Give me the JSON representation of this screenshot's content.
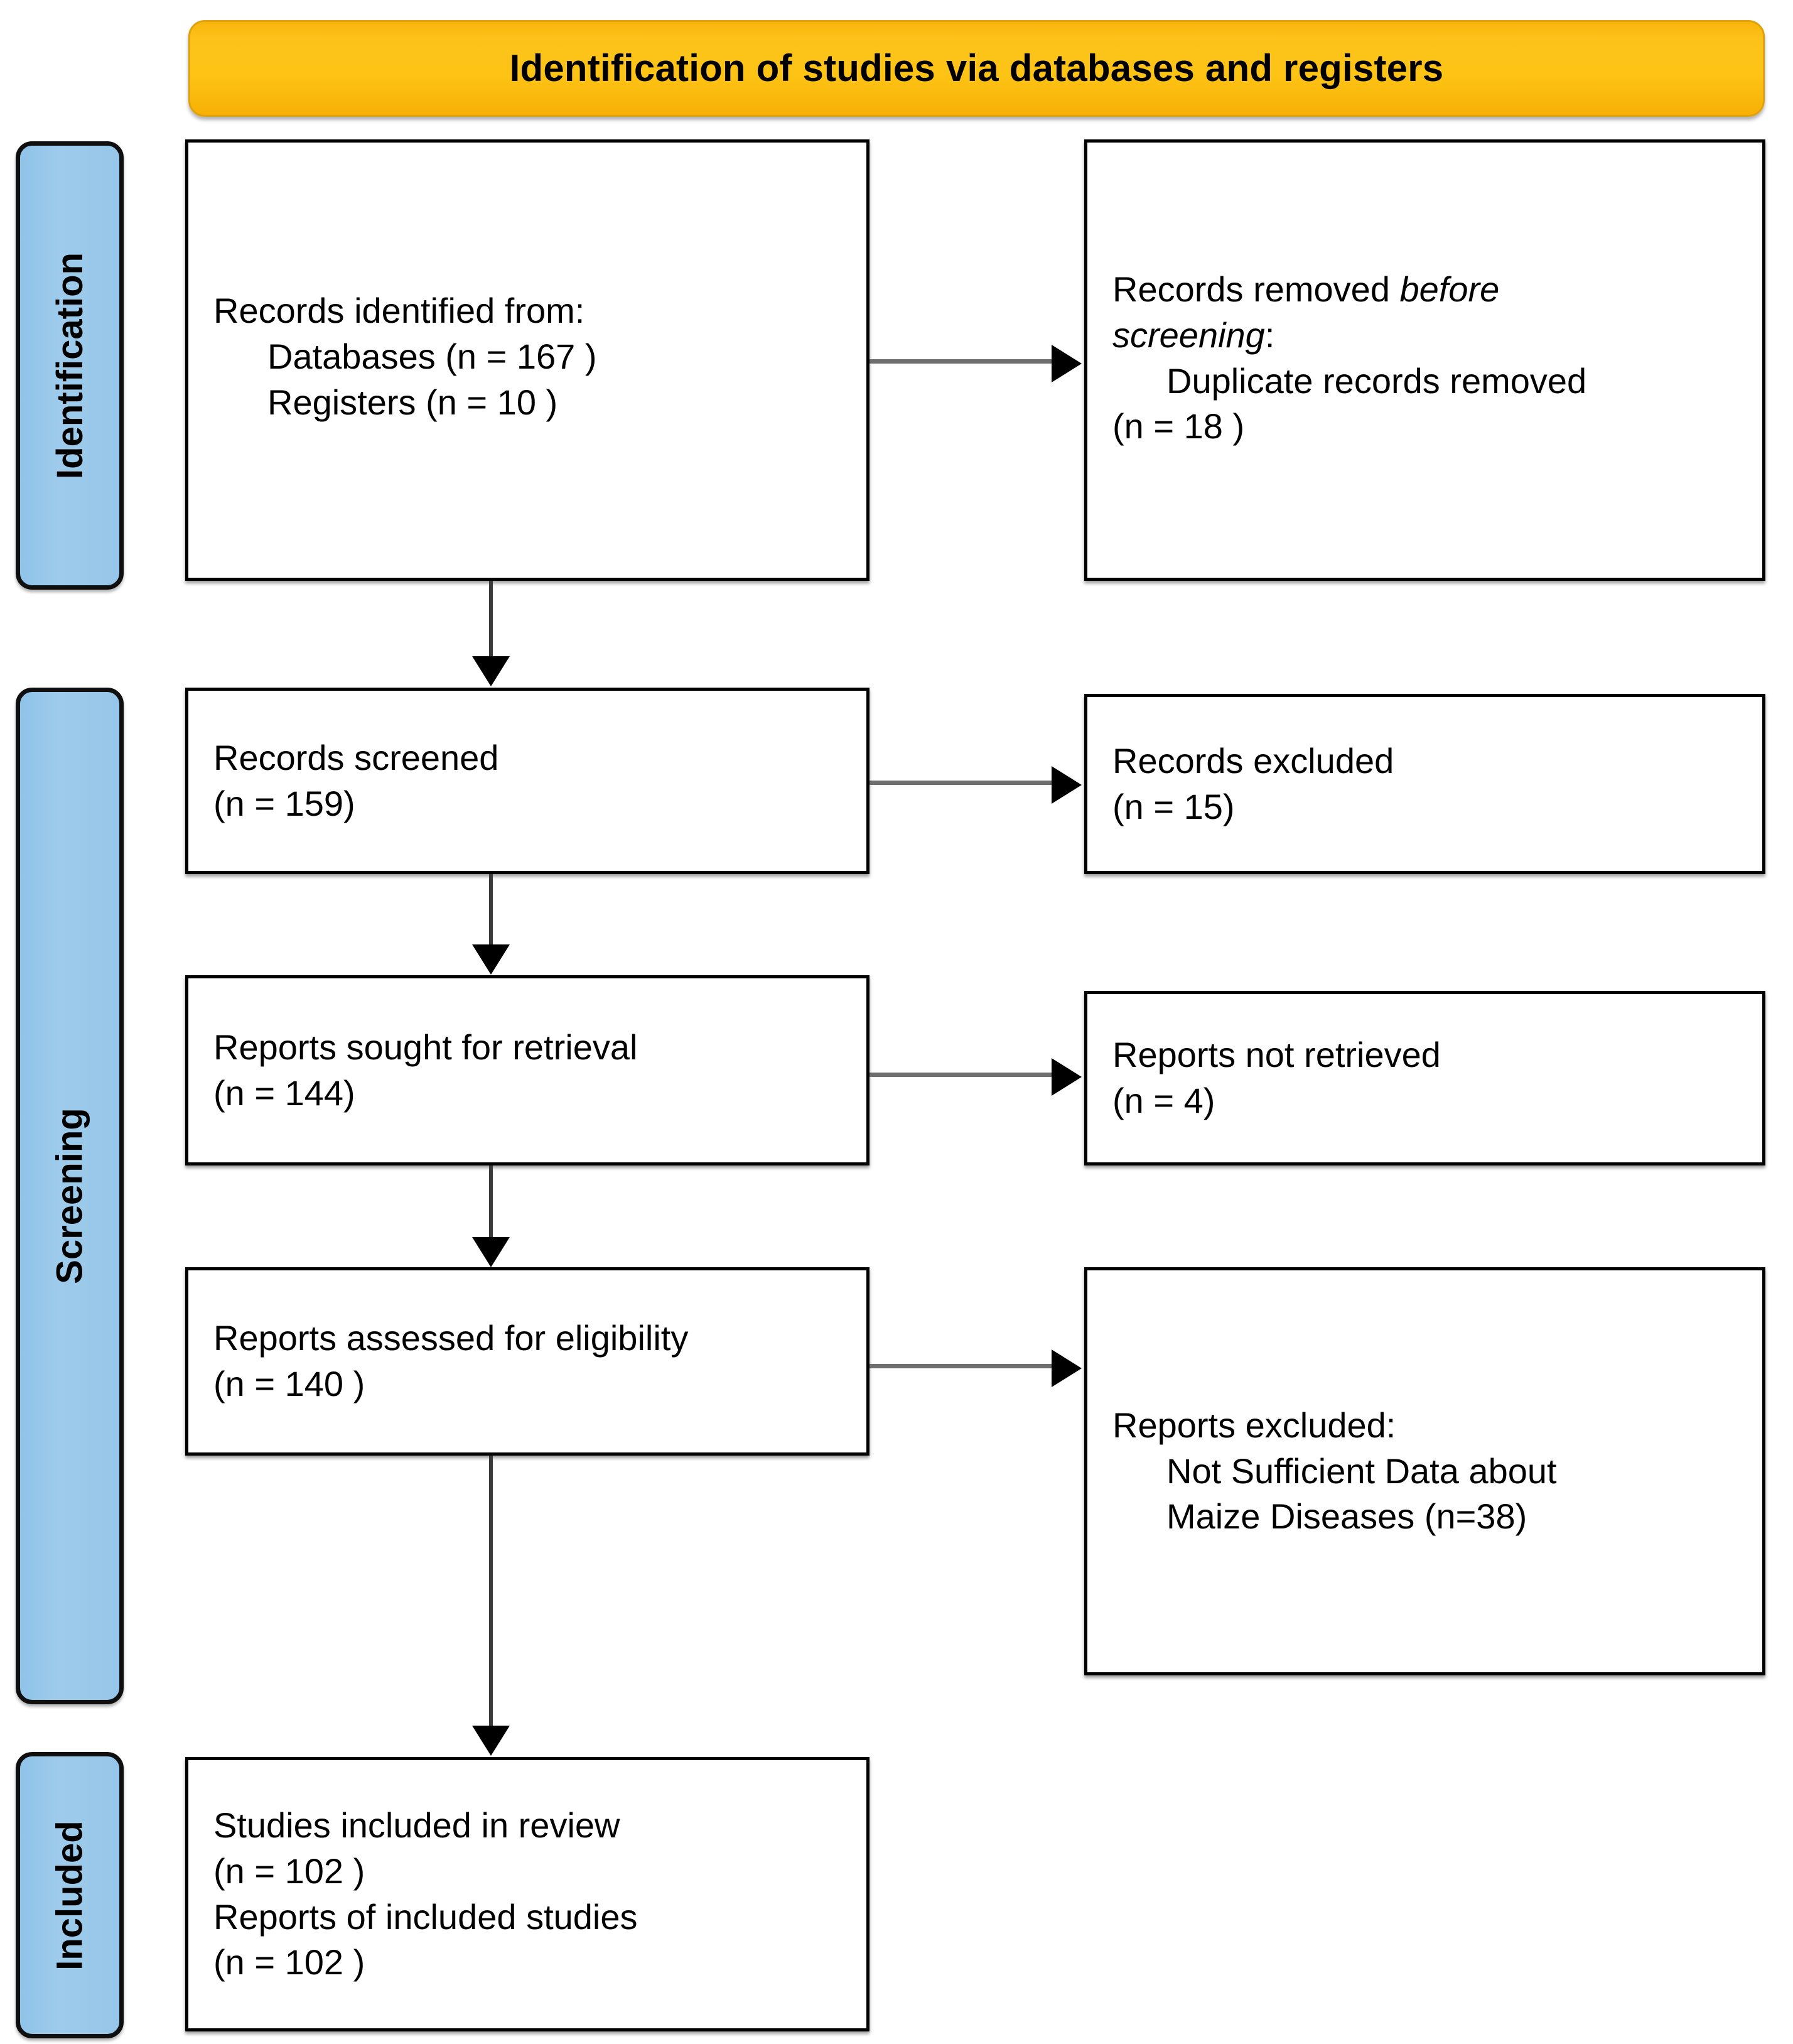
{
  "banner": {
    "title": "Identification of studies via databases and registers",
    "color": "#FCC21B"
  },
  "stages": {
    "identification": "Identification",
    "screening": "Screening",
    "included": "Included",
    "color": "#9ECBEB"
  },
  "boxes": {
    "identified": {
      "line1": "Records identified from:",
      "line2": "Databases (n = 167 )",
      "line3": "Registers (n = 10 )"
    },
    "removed": {
      "line1_pre": "Records removed ",
      "line1_em": "before",
      "line2_em": "screening",
      "line2_post": ":",
      "line3": "Duplicate records removed",
      "line4": "(n = 18 )"
    },
    "screened": {
      "line1": "Records screened",
      "line2": "(n = 159)"
    },
    "excluded": {
      "line1": "Records excluded",
      "line2": "(n = 15)"
    },
    "sought": {
      "line1": "Reports sought for retrieval",
      "line2": "(n = 144)"
    },
    "not_retrieved": {
      "line1": "Reports not retrieved",
      "line2": "(n = 4)"
    },
    "assessed": {
      "line1": "Reports assessed for eligibility",
      "line2": "(n = 140 )"
    },
    "reports_excluded": {
      "line1": "Reports excluded:",
      "line2": "Not Sufficient Data about",
      "line3": "Maize Diseases (n=38)"
    },
    "included": {
      "line1": "Studies included in review",
      "line2": "(n = 102 )",
      "line3": "Reports of included studies",
      "line4": "(n = 102 )"
    }
  }
}
